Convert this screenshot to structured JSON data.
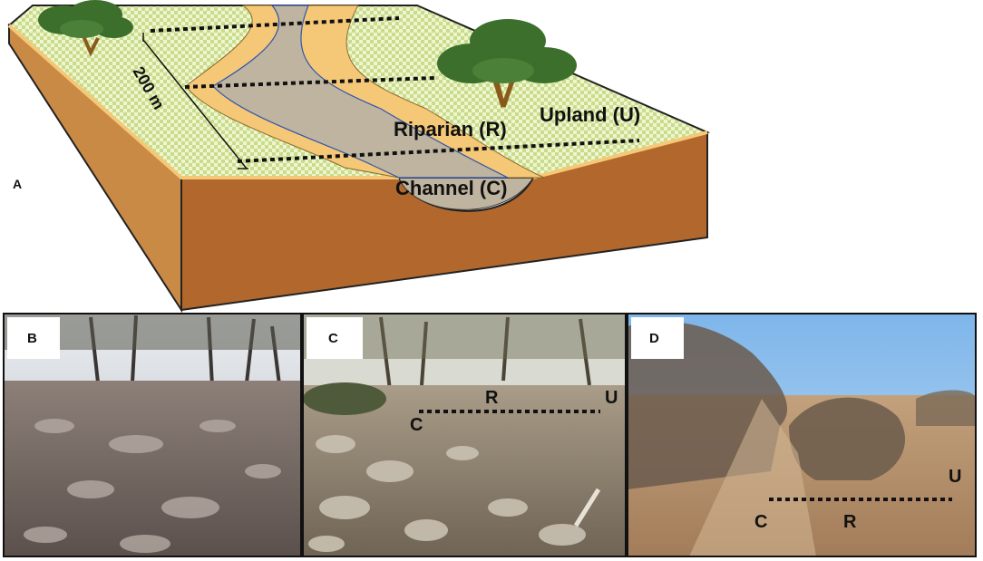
{
  "panel_a": {
    "letter": "A",
    "scale_label": "200 m",
    "zones": {
      "upland": "Upland (U)",
      "riparian": "Riparian (R)",
      "channel": "Channel (C)"
    }
  },
  "photos": [
    {
      "letter": "B",
      "scene": "rocky-channel-under-oak-canopy"
    },
    {
      "letter": "C",
      "scene": "rocky-channel-with-transect",
      "marks": {
        "channel": "C",
        "riparian": "R",
        "upland": "U"
      }
    },
    {
      "letter": "D",
      "scene": "sandy-wash-with-shrubs-and-transect",
      "marks": {
        "channel": "C",
        "riparian": "R",
        "upland": "U"
      }
    }
  ],
  "colors": {
    "upland_fill": "#c9dc8c",
    "upland_pattern": "#eef5cf",
    "riparian_fill": "#f5c878",
    "channel_fill": "#bfb49f",
    "soil_front": "#b2682c",
    "soil_side": "#c98a46",
    "tree_canopy": "#3c6f2c",
    "tree_trunk": "#8a5a1a",
    "sky": "#8ec1ec"
  }
}
